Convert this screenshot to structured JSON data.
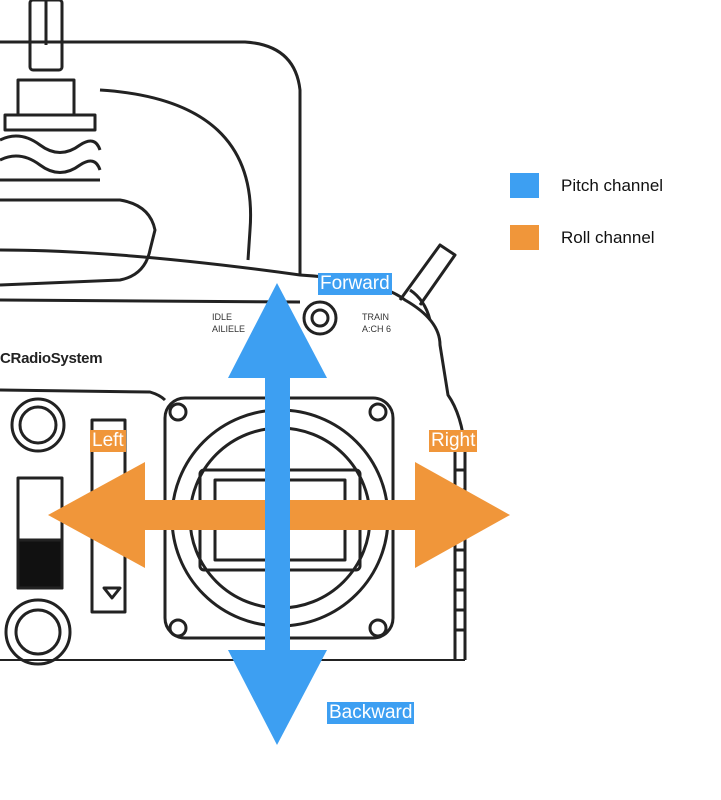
{
  "legend": {
    "pitch": {
      "label": "Pitch channel",
      "color": "#3d9ff2"
    },
    "roll": {
      "label": "Roll channel",
      "color": "#f0963a"
    }
  },
  "directions": {
    "forward": "Forward",
    "backward": "Backward",
    "left": "Left",
    "right": "Right"
  },
  "transmitter": {
    "brand": "CRadioSystem",
    "idle_label": "IDLE",
    "aileron_label": "AILIELE",
    "train_label": "TRAIN",
    "channel_label": "A:CH 6"
  }
}
